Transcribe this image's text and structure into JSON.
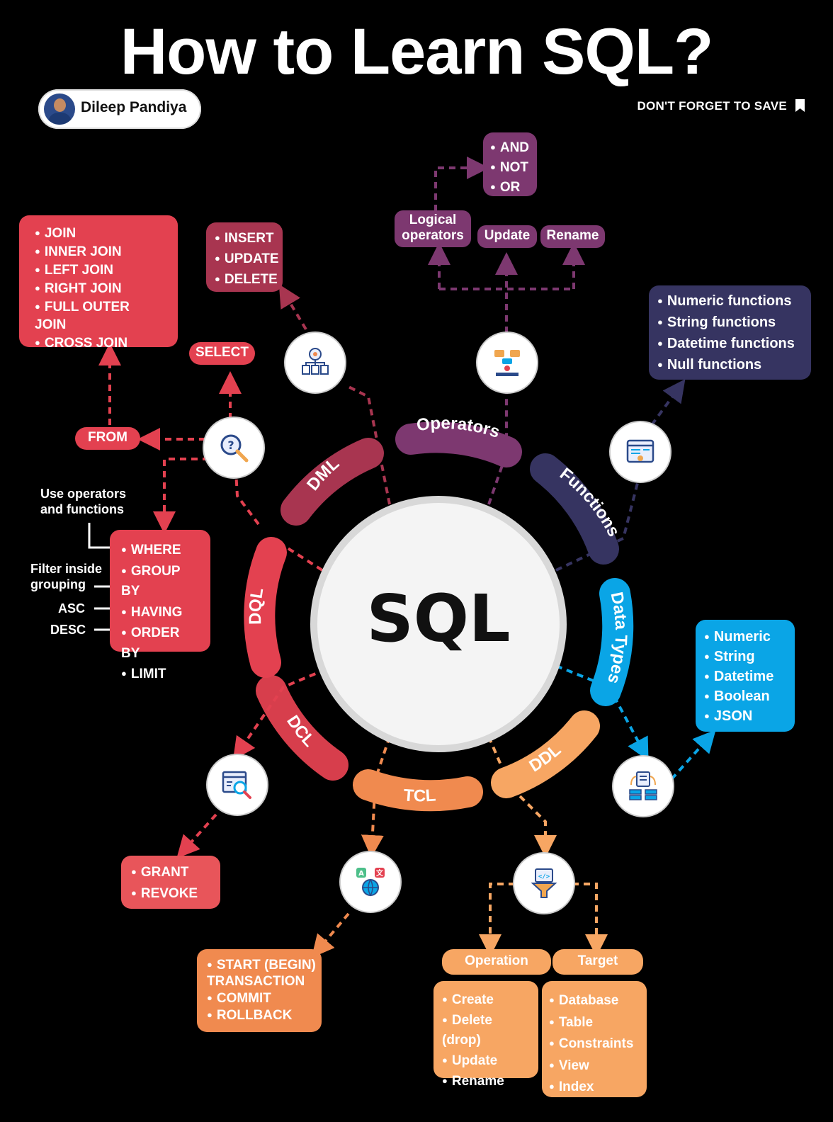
{
  "title": "How to Learn SQL?",
  "author": "Dileep Pandiya",
  "save_note": "DON'T FORGET TO SAVE",
  "center_label": "SQL",
  "arcs": {
    "dml": "DML",
    "operators": "Operators",
    "functions": "Functions",
    "dql": "DQL",
    "data_types": "Data Types",
    "dcl": "DCL",
    "tcl": "TCL",
    "ddl": "DDL"
  },
  "dql": {
    "joins": [
      "JOIN",
      "INNER JOIN",
      "LEFT JOIN",
      "RIGHT JOIN",
      "FULL OUTER JOIN",
      "CROSS JOIN"
    ],
    "select": "SELECT",
    "from": "FROM",
    "clauses": [
      "WHERE",
      "GROUP BY",
      "HAVING",
      "ORDER BY",
      "LIMIT"
    ],
    "note_where": "Use operators\nand functions",
    "note_having": "Filter inside\ngrouping",
    "note_asc": "ASC",
    "note_desc": "DESC"
  },
  "dml": {
    "items": [
      "INSERT",
      "UPDATE",
      "DELETE"
    ]
  },
  "operators": {
    "logical": [
      "AND",
      "NOT",
      "OR"
    ],
    "logical_label": "Logical\noperators",
    "update": "Update",
    "rename": "Rename"
  },
  "functions": {
    "items": [
      "Numeric functions",
      "String functions",
      "Datetime functions",
      "Null functions"
    ]
  },
  "data_types": {
    "items": [
      "Numeric",
      "String",
      "Datetime",
      "Boolean",
      "JSON"
    ]
  },
  "dcl": {
    "items": [
      "GRANT",
      "REVOKE"
    ]
  },
  "tcl": {
    "items": [
      "START (BEGIN)\nTRANSACTION",
      "COMMIT",
      "ROLLBACK"
    ]
  },
  "ddl": {
    "operation_label": "Operation",
    "target_label": "Target",
    "operations": [
      "Create",
      "Delete (drop)",
      "Update",
      "Rename"
    ],
    "targets": [
      "Database",
      "Table",
      "Constraints",
      "View",
      "Index"
    ]
  },
  "colors": {
    "red": "#e34150",
    "maroon": "#a83550",
    "purple": "#7d3870",
    "navy": "#363461",
    "blue": "#0aa5e6",
    "orange": "#f08a4f",
    "peach": "#f7a663"
  }
}
